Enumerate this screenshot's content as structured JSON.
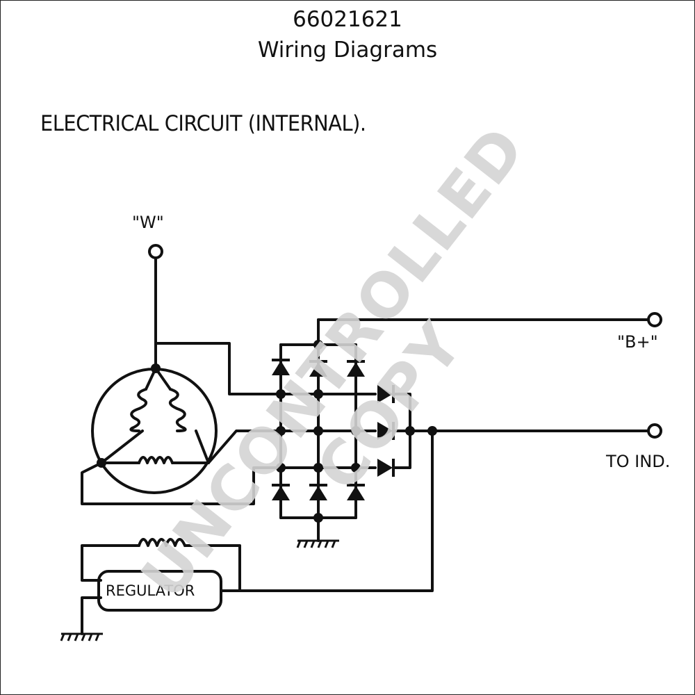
{
  "document": {
    "number": "66021621",
    "title": "Wiring Diagrams",
    "heading": "ELECTRICAL CIRCUIT (INTERNAL)."
  },
  "terminals": {
    "w": "\"W\"",
    "b_plus": "\"B+\"",
    "to_ind": "TO IND."
  },
  "components": {
    "regulator": "REGULATOR"
  },
  "watermark": "UNCONTROLLED COPY",
  "colors": {
    "ink": "#111111",
    "watermark": "#d4d4d4"
  }
}
